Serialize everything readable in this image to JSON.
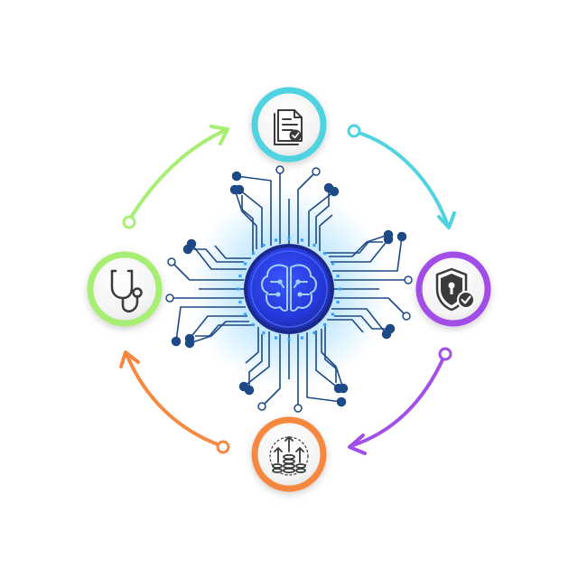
{
  "colors": {
    "cyan": "#4fd3e0",
    "purple": "#a24ee8",
    "orange": "#f7883f",
    "green": "#a6ef73",
    "circuit": "#1d4a86",
    "core_inner": "#2d3df0",
    "core_outer": "#1b2a8a",
    "glow": "#49b8ff",
    "brain_line": "#9fd4ff",
    "icon_gray": "#3b3b3b"
  },
  "nodes": [
    {
      "id": "top",
      "icon": "document-check-icon",
      "color": "cyan",
      "name": "document-node"
    },
    {
      "id": "right",
      "icon": "shield-lock-check-icon",
      "color": "purple",
      "name": "security-node"
    },
    {
      "id": "bottom",
      "icon": "coins-growth-icon",
      "color": "orange",
      "name": "finance-node"
    },
    {
      "id": "left",
      "icon": "stethoscope-icon",
      "color": "green",
      "name": "healthcare-node"
    }
  ],
  "center": {
    "icon": "brain-circuit-icon"
  },
  "connectors": [
    {
      "from": "left",
      "to": "top",
      "color": "green"
    },
    {
      "from": "top",
      "to": "right",
      "color": "cyan"
    },
    {
      "from": "right",
      "to": "bottom",
      "color": "purple"
    },
    {
      "from": "bottom",
      "to": "left",
      "color": "orange"
    }
  ]
}
